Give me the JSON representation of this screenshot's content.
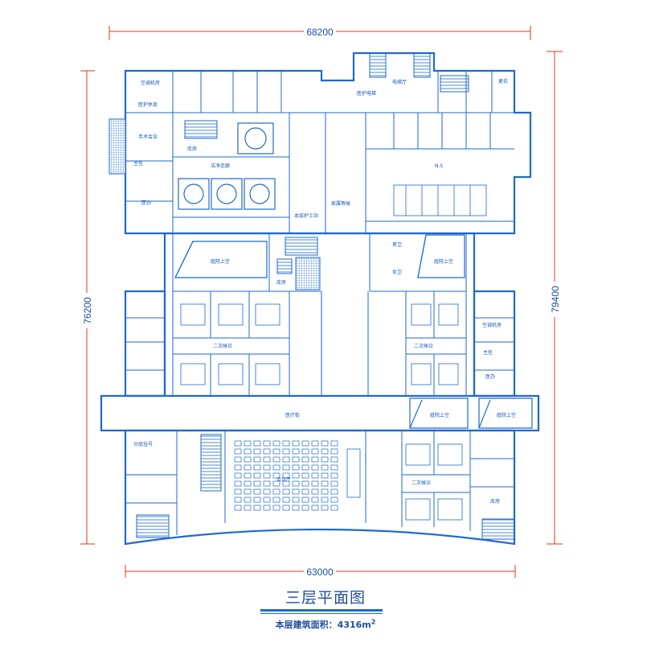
{
  "dimensions": {
    "top": "68200",
    "bottom": "63000",
    "left": "76200",
    "right": "79400"
  },
  "title": "三层平面图",
  "area": {
    "label": "本层建筑面积：",
    "value": "4316m",
    "unit_sup": "2"
  },
  "rooms": [
    {
      "id": "r1",
      "label": "空调机房"
    },
    {
      "id": "r2",
      "label": "医护休息"
    },
    {
      "id": "r3",
      "label": "手术会议"
    },
    {
      "id": "r4",
      "label": "主任"
    },
    {
      "id": "r5",
      "label": "医办"
    },
    {
      "id": "r6",
      "label": "洁净走廊"
    },
    {
      "id": "r7",
      "label": "库房"
    },
    {
      "id": "r8",
      "label": "电梯厅"
    },
    {
      "id": "r9",
      "label": "医护电梯"
    },
    {
      "id": "r10",
      "label": "N.S"
    },
    {
      "id": "r11",
      "label": "家属等候"
    },
    {
      "id": "r12",
      "label": "本层护士站"
    },
    {
      "id": "r13",
      "label": "庭院上空"
    },
    {
      "id": "r14",
      "label": "庭院上空"
    },
    {
      "id": "r15",
      "label": "二次候诊"
    },
    {
      "id": "r16",
      "label": "二次候诊"
    },
    {
      "id": "r17",
      "label": "医疗街"
    },
    {
      "id": "r18",
      "label": "分层挂号"
    },
    {
      "id": "r19",
      "label": "二次候诊"
    },
    {
      "id": "r20",
      "label": "会议厅"
    },
    {
      "id": "r21",
      "label": "庭院上空"
    },
    {
      "id": "r22",
      "label": "庭院上空"
    },
    {
      "id": "r23",
      "label": "男卫"
    },
    {
      "id": "r24",
      "label": "女卫"
    },
    {
      "id": "r25",
      "label": "库房"
    },
    {
      "id": "r26",
      "label": "空调机房"
    },
    {
      "id": "r27",
      "label": "医办"
    },
    {
      "id": "r28",
      "label": "主任"
    },
    {
      "id": "r29",
      "label": "更衣"
    },
    {
      "id": "r30",
      "label": "库房"
    }
  ]
}
